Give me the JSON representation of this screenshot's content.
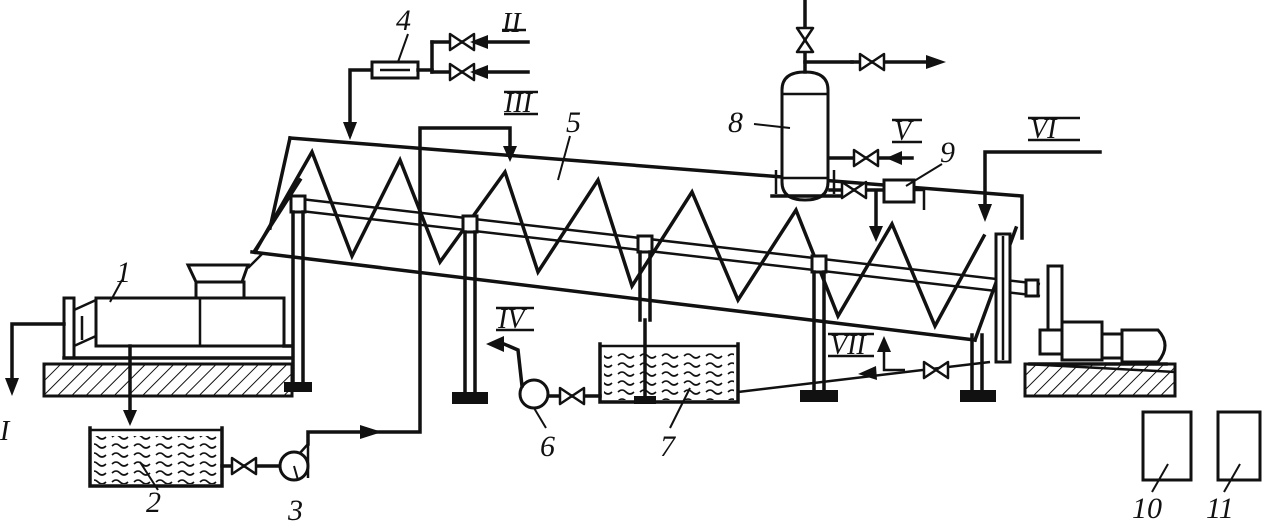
{
  "colors": {
    "ink": "#111111",
    "background": "#ffffff"
  },
  "labels": {
    "n1": "1",
    "n2": "2",
    "n3": "3",
    "n4": "4",
    "n5": "5",
    "n6": "6",
    "n7": "7",
    "n8": "8",
    "n9": "9",
    "n10": "10",
    "n11": "11"
  },
  "streams": {
    "s1": "I",
    "s2": "II",
    "s3": "III",
    "s4": "IV",
    "s5": "V",
    "s6": "VI",
    "s7": "VII"
  },
  "icons": [
    "valve-icon",
    "pump-icon",
    "arrow-icon",
    "tank-icon",
    "vessel-icon",
    "motor-icon"
  ]
}
